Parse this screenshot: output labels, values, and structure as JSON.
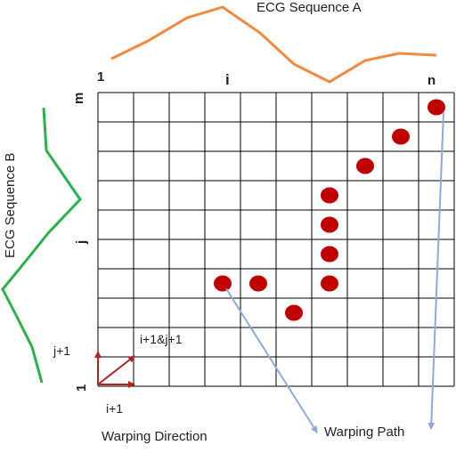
{
  "sequence_a": {
    "label": "ECG Sequence A",
    "color": "#f08a3c"
  },
  "sequence_b": {
    "label": "ECG Sequence B",
    "color": "#27b24a"
  },
  "axis_top": {
    "start": "1",
    "middle": "i",
    "end": "n"
  },
  "axis_left": {
    "end": "m",
    "middle": "j",
    "start": "1"
  },
  "grid": {
    "columns": 10,
    "rows": 10,
    "line_color": "#000000"
  },
  "direction": {
    "up_label": "j+1",
    "diagonal_label": "i+1&j+1",
    "right_label": "i+1",
    "caption": "Warping Direction",
    "arrow_color": "#b22222"
  },
  "warping_path": {
    "caption": "Warping Path",
    "dot_color": "#c00000",
    "pointer_color": "#8ea9db",
    "cells": [
      [
        4,
        7
      ],
      [
        5,
        7
      ],
      [
        6,
        8
      ],
      [
        7,
        7
      ],
      [
        7,
        6
      ],
      [
        7,
        5
      ],
      [
        7,
        4
      ],
      [
        8,
        3
      ],
      [
        9,
        2
      ],
      [
        10,
        1
      ]
    ]
  }
}
